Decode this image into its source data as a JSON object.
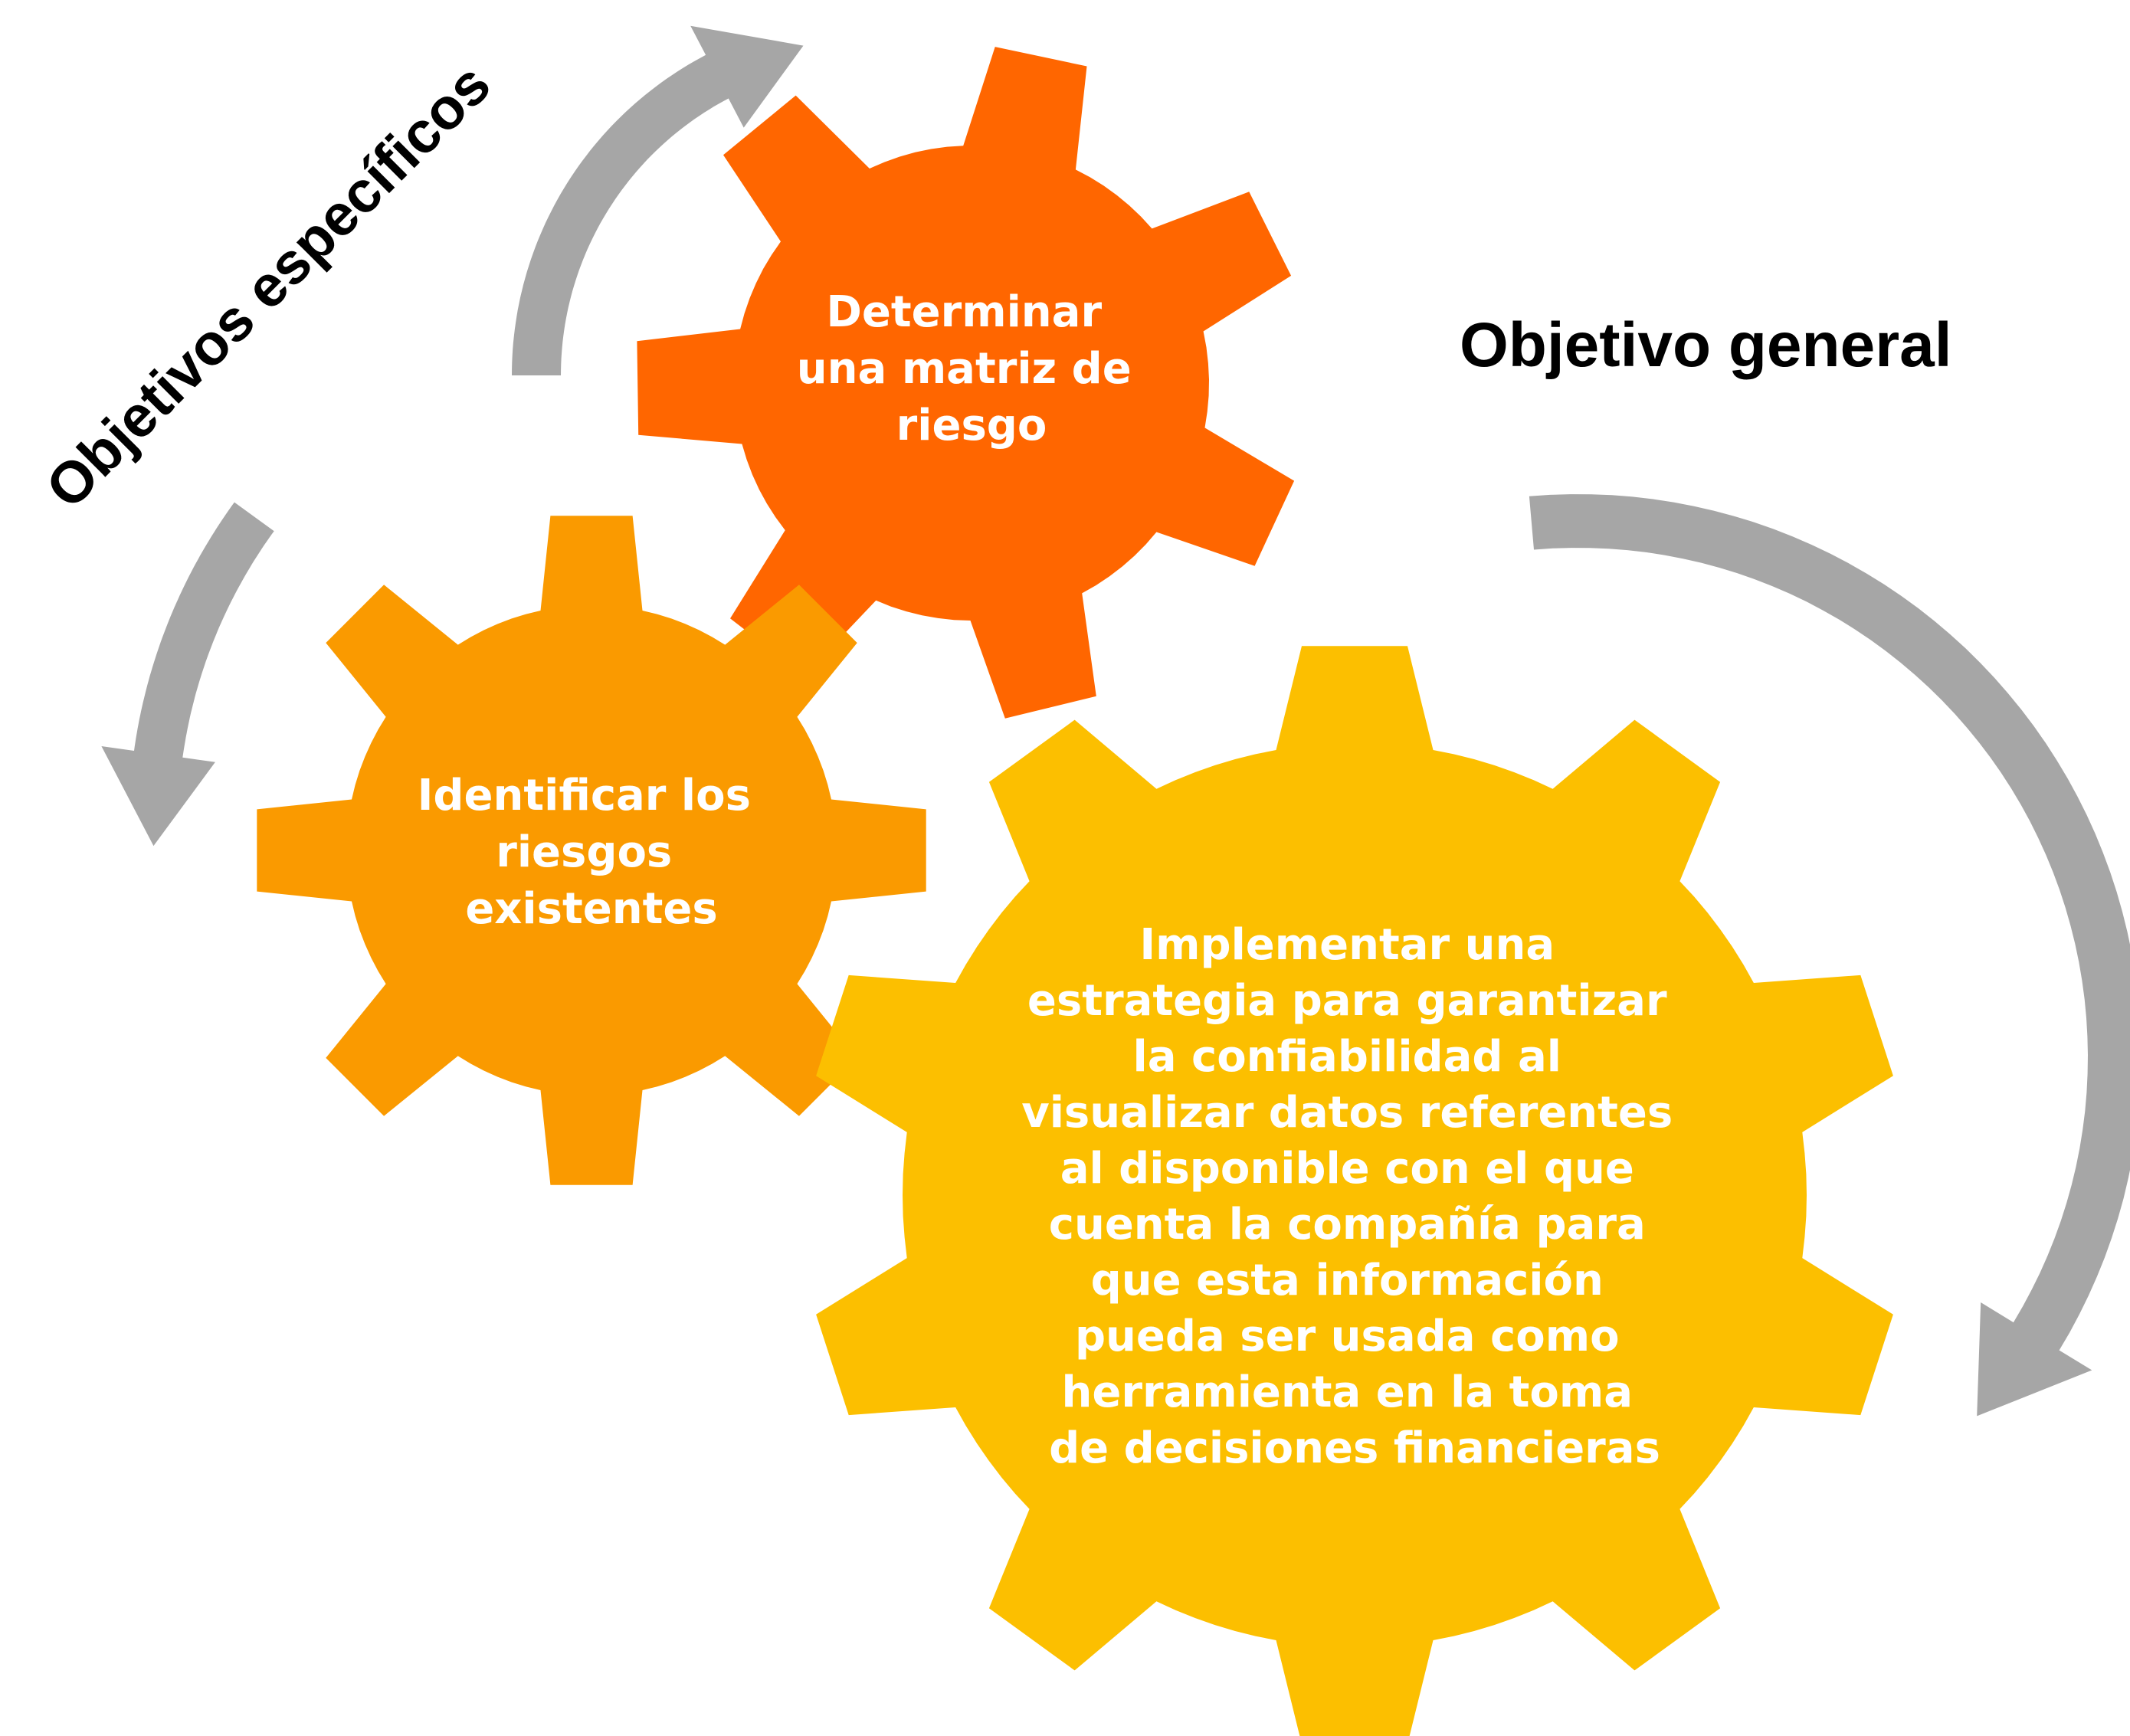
{
  "headings": {
    "specific": "Objetivos específicos",
    "general": "Objetivo general"
  },
  "gears": {
    "determinar": {
      "lines": [
        "Determinar",
        "una matriz de",
        "riesgo"
      ],
      "color": "#FF6600",
      "teeth": 7
    },
    "identificar": {
      "lines": [
        "Identificar los",
        "riesgos",
        "existentes"
      ],
      "color": "#FA9A00",
      "teeth": 8
    },
    "implementar": {
      "lines": [
        "Implementar una",
        "estrategia para garantizar",
        "la confiabilidad al",
        "visualizar datos referentes",
        "al disponible con el que",
        "cuenta la compañía para",
        "que esta información",
        "pueda ser usada como",
        "herramienta en la toma",
        "de decisiones financieras"
      ],
      "color": "#FCBF00",
      "teeth": 10
    }
  },
  "arrow_color": "#A6A6A6"
}
